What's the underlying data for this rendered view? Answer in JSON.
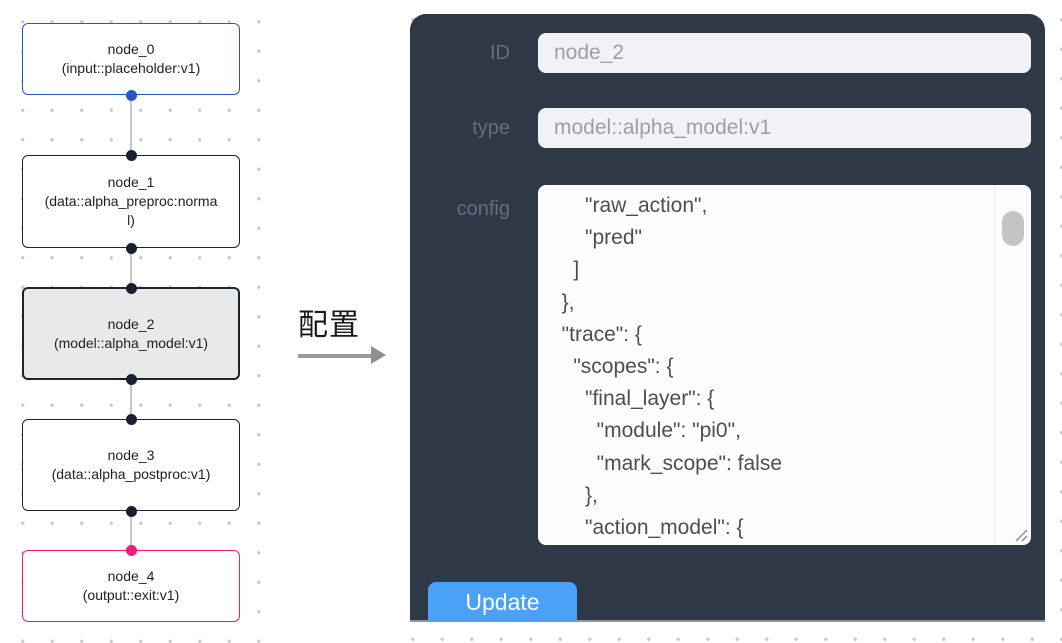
{
  "flow": {
    "nodes": [
      {
        "id": "node_0",
        "type_label": "(input::placeholder:v1)"
      },
      {
        "id": "node_1",
        "type_label": "(data::alpha_preproc:normal)"
      },
      {
        "id": "node_2",
        "type_label": "(model::alpha_model:v1)"
      },
      {
        "id": "node_3",
        "type_label": "(data::alpha_postproc:v1)"
      },
      {
        "id": "node_4",
        "type_label": "(output::exit:v1)"
      }
    ],
    "selected_node": "node_2"
  },
  "transition": {
    "label": "配置"
  },
  "inspector": {
    "fields": [
      {
        "label": "ID",
        "value": "node_2"
      },
      {
        "label": "type",
        "value": "model::alpha_model:v1"
      }
    ],
    "config_label": "config",
    "config_text": "      \"raw_action\",\n      \"pred\"\n    ]\n  },\n  \"trace\": {\n    \"scopes\": {\n      \"final_layer\": {\n        \"module\": \"pi0\",\n        \"mark_scope\": false\n      },\n      \"action_model\": {",
    "update_label": "Update"
  },
  "colors": {
    "panel-bg": "#2e3847",
    "button-blue": "#4aa2f8",
    "input-accent": "#2457c5",
    "output-accent": "#ec1e79",
    "node-border": "#1d2430",
    "selected-node-bg": "#e9e9ec",
    "field-bg": "#f0f2f6",
    "field-text": "#99a0ab",
    "label-text": "#636e7e",
    "config-text-color": "#4e4e4e"
  }
}
